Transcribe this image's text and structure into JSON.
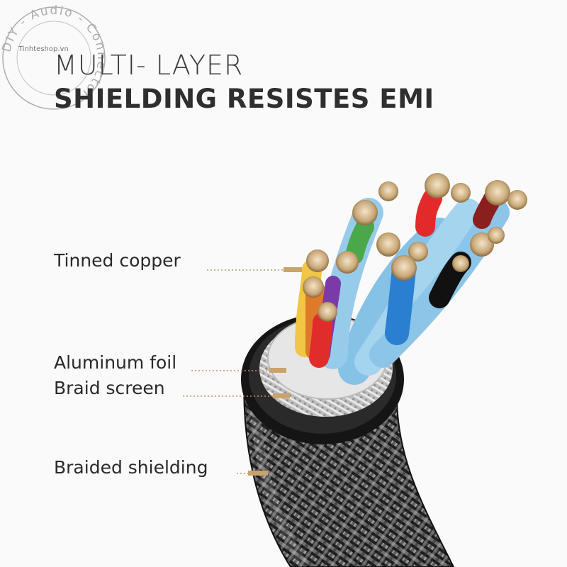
{
  "watermark": {
    "ring_text": "DIY - Audio - Connector",
    "shop": "Tinhteshop.vn"
  },
  "headline": {
    "line1": "MULTI- LAYER",
    "line2": "SHIELDING RESISTES EMI"
  },
  "callouts": [
    {
      "label": "Tinned copper"
    },
    {
      "label": "Aluminum foil"
    },
    {
      "label": "Braid screen"
    },
    {
      "label": "Braided shielding"
    }
  ],
  "colors": {
    "background": "#fafafa",
    "leader": "#b79a63",
    "jacket": "#1a1a1a",
    "inner_wire": "#8fc6e8",
    "copper": "#c9a878"
  }
}
